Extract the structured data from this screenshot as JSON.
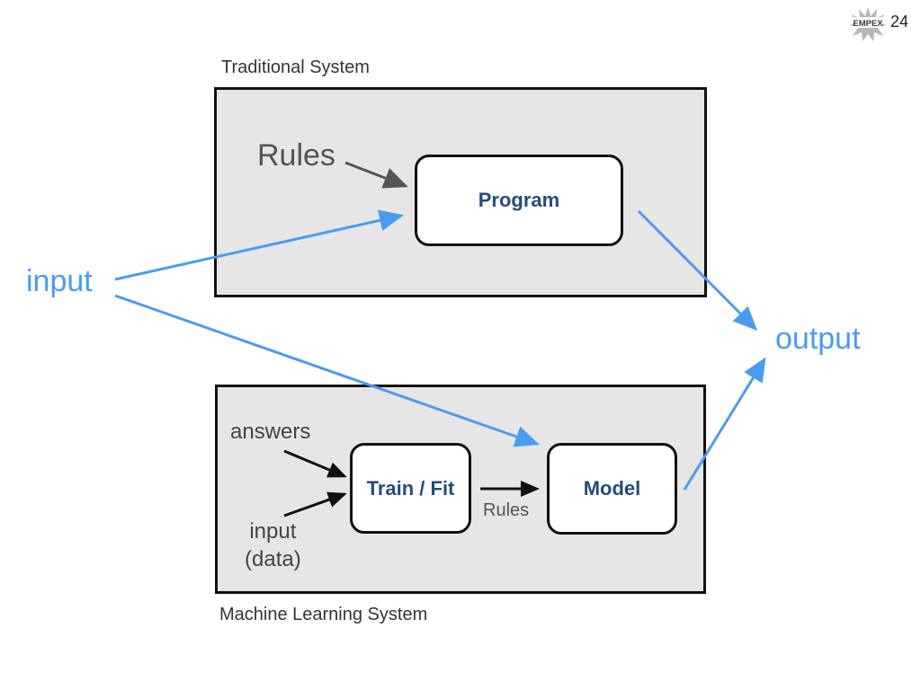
{
  "slide": {
    "page_number": "24",
    "logo_text": "EMPEX"
  },
  "traditional": {
    "caption": "Traditional System",
    "rules_label": "Rules",
    "program_label": "Program"
  },
  "ml": {
    "caption": "Machine Learning System",
    "answers_label": "answers",
    "input_line1": "input",
    "input_line2": "(data)",
    "train_label": "Train / Fit",
    "rules_label": "Rules",
    "model_label": "Model"
  },
  "flow": {
    "input_label": "input",
    "output_label": "output"
  },
  "colors": {
    "accent_blue": "#4a9cf0",
    "node_text": "#244c7c",
    "box_fill": "#e6e6e6"
  }
}
